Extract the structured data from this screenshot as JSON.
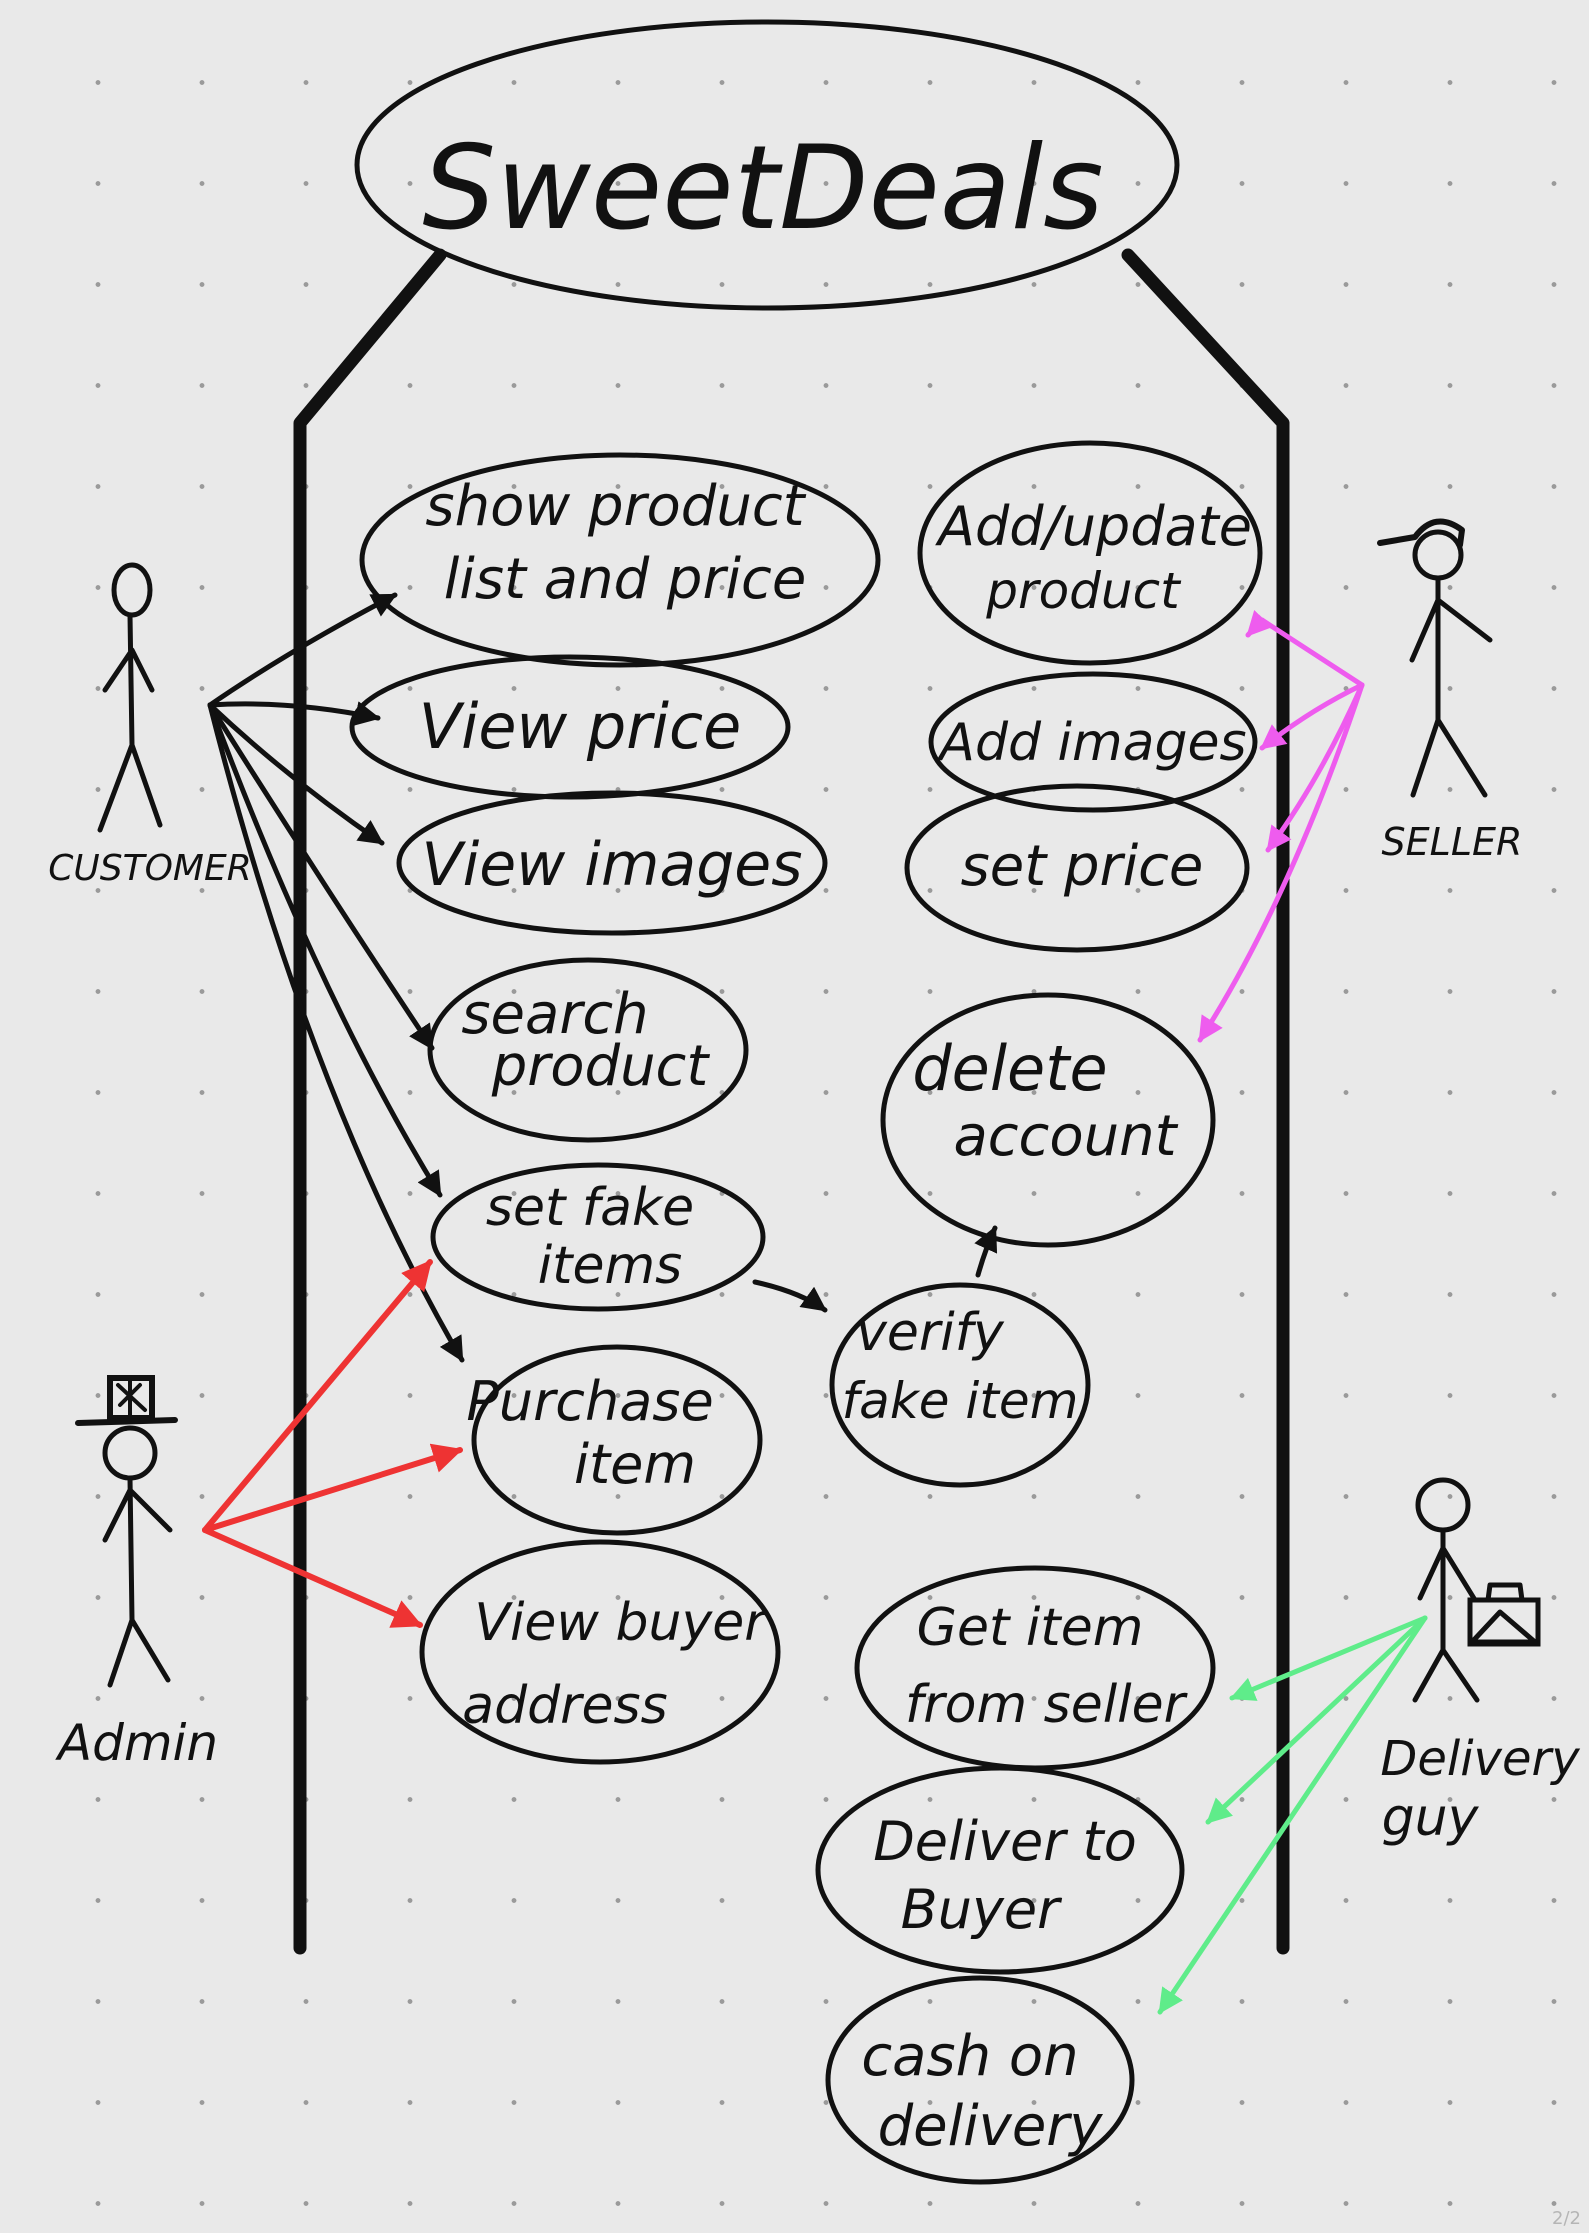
{
  "title": "SweetDeals",
  "actors": {
    "customer": "CUSTOMER",
    "seller": "SELLER",
    "admin": "Admin",
    "delivery": [
      "Delivery",
      "guy"
    ]
  },
  "use_cases": {
    "show_product": [
      "show product",
      "list and price"
    ],
    "view_price": [
      "View price"
    ],
    "view_images": [
      "View images"
    ],
    "search_product": [
      "search",
      "product"
    ],
    "set_fake": [
      "set fake",
      "items"
    ],
    "purchase": [
      "Purchase",
      "item"
    ],
    "view_buyer": [
      "View buyer",
      "address"
    ],
    "add_update": [
      "Add/update",
      "product"
    ],
    "add_images": [
      "Add images"
    ],
    "set_price": [
      "set price"
    ],
    "delete_account": [
      "delete",
      "account"
    ],
    "verify_fake": [
      "verify",
      "fake item"
    ],
    "get_item": [
      "Get item",
      "from seller"
    ],
    "deliver": [
      "Deliver to",
      "Buyer"
    ],
    "cash": [
      "cash on",
      "delivery"
    ]
  },
  "colors": {
    "ink": "#111111",
    "customer_arrows": "#111111",
    "seller_arrows": "#ee5cee",
    "admin_arrows": "#ee3333",
    "delivery_arrows": "#5fec8a"
  },
  "pager": "2/2"
}
